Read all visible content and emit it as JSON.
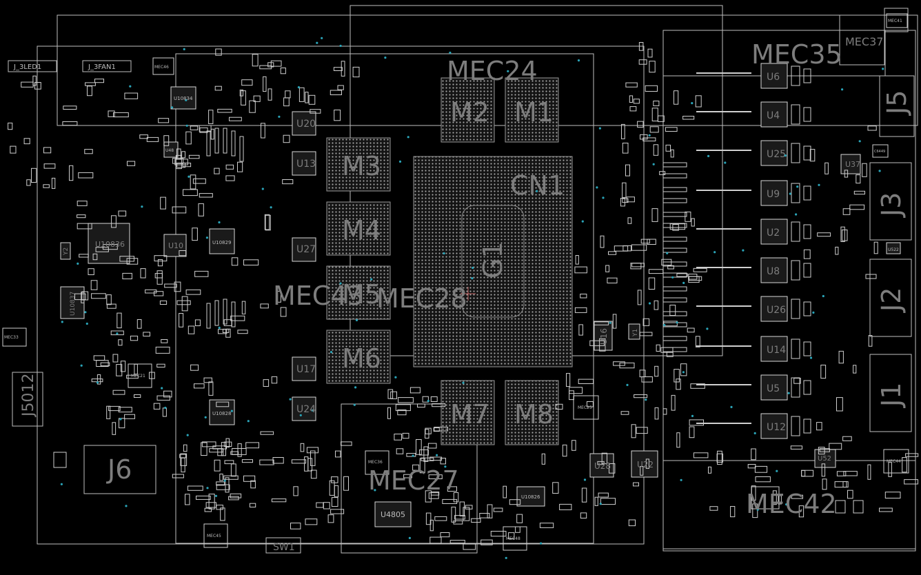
{
  "viewer": {
    "background": "#000000",
    "outline_color": "#bfbfbf",
    "label_color": "#7d7d7d",
    "via_color": "#2aa4b8"
  },
  "labels": {
    "mec35": "MEC35",
    "mec37": "MEC37",
    "mec41": "MEC41",
    "mec24": "MEC24",
    "m1": "M1",
    "m2": "M2",
    "m3": "M3",
    "m4": "M4",
    "m5": "M5",
    "m6": "M6",
    "m7": "M7",
    "m8": "M8",
    "cn1": "CN1",
    "g1": "G1",
    "mec43": "MEC43",
    "mec28": "MEC28",
    "mec27": "MEC27",
    "mec42": "MEC42",
    "j1": "J1",
    "j2": "J2",
    "j3": "J3",
    "j5": "J5",
    "j6": "J6",
    "j5012": "J5012",
    "sw1": "SW1",
    "u4805": "U4805",
    "u10836": "U10836",
    "u10837": "U10837",
    "u10829": "U10829",
    "u10828": "U10828",
    "u10834": "U10834",
    "u10826": "U10826",
    "u10": "U10",
    "u20": "U20",
    "u13": "U13",
    "u27": "U27",
    "u17": "U17",
    "u24": "U24",
    "u16": "U16",
    "u28": "U28",
    "u22": "U22",
    "u6": "U6",
    "u4": "U4",
    "u25": "U25",
    "u9": "U9",
    "u2": "U2",
    "u8": "U8",
    "u26": "U26",
    "u14": "U14",
    "u5": "U5",
    "u12": "U12",
    "u37": "U37",
    "u52": "U52",
    "u522": "U522",
    "y1": "Y1",
    "y2": "Y2",
    "j_3led1": "J_3LED1",
    "j_3fan1": "J_3FAN1",
    "mec46": "MEC46",
    "mec33": "MEC33",
    "mec21": "MEC21",
    "mec36": "MEC36",
    "mec45": "MEC45",
    "mec48": "MEC48",
    "mec25": "MEC25",
    "mec44": "MEC44",
    "c6449": "C6449",
    "u48": "U48"
  }
}
